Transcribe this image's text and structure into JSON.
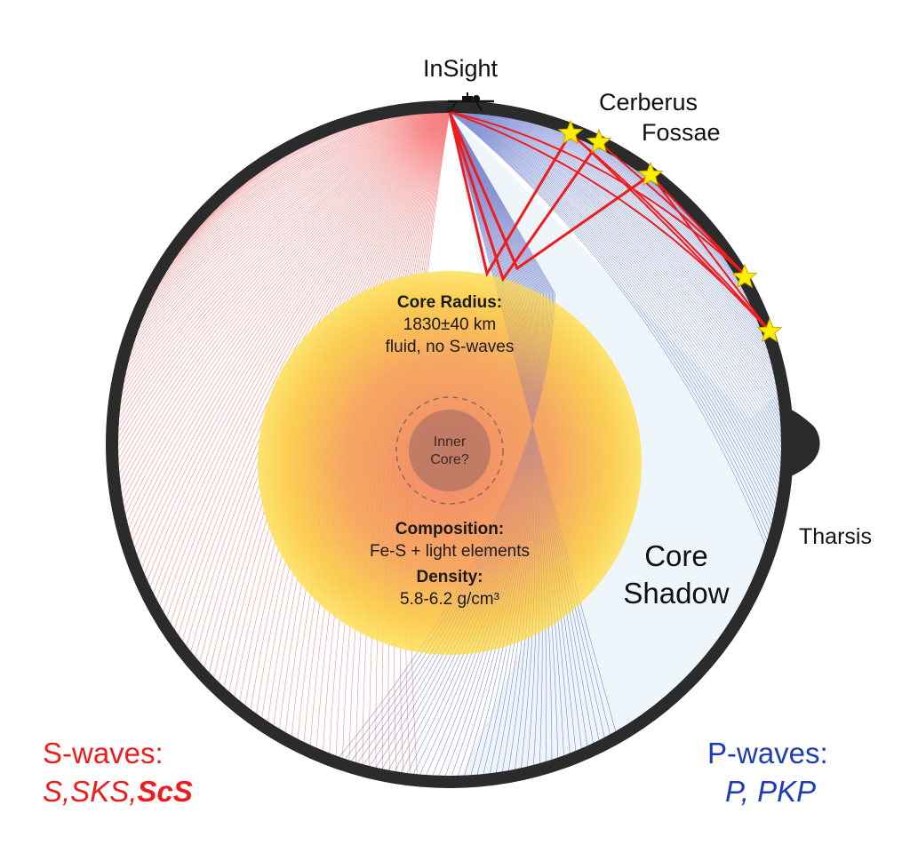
{
  "labels": {
    "station": "InSight",
    "region_top_line1": "Cerberus",
    "region_top_line2": "Fossae",
    "region_right": "Tharsis",
    "shadow_line1": "Core",
    "shadow_line2": "Shadow",
    "inner_core_line1": "Inner",
    "inner_core_line2": "Core?"
  },
  "core": {
    "radius_title": "Core Radius:",
    "radius_value": "1830±40 km",
    "radius_note": "fluid, no S-waves",
    "composition_title": "Composition:",
    "composition_value": "Fe-S + light elements",
    "density_title": "Density:",
    "density_value": "5.8-6.2 g/cm³"
  },
  "legend": {
    "s_title": "S-waves:",
    "s_phases_a": "S,SKS,",
    "s_phases_b": "ScS",
    "p_title": "P-waves:",
    "p_phases": "P, PKP"
  },
  "colors": {
    "s_wave": "#ee1c1c",
    "p_wave": "#1e3cb4",
    "core_inner": "#f08a5a",
    "core_outer": "#fcd74a",
    "crust": "#2b2b2b",
    "event_star": "#ffee00",
    "inner_core": "#b87764"
  },
  "icons": {
    "station": "lander-icon",
    "event": "star-icon"
  }
}
